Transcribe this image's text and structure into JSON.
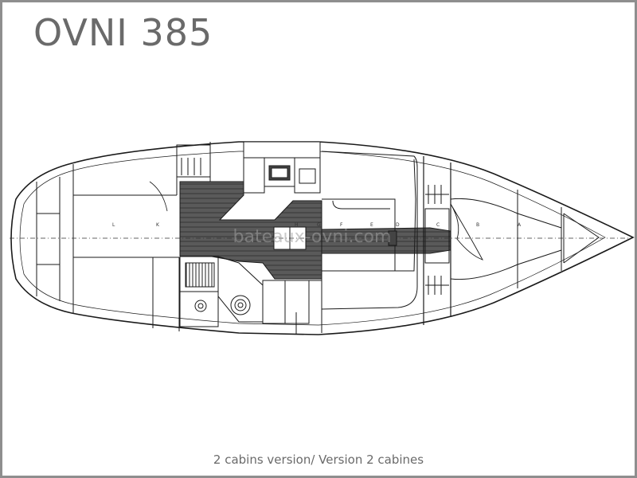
{
  "title": "OVNI 385",
  "caption": "2 cabins version/ Version 2 cabines",
  "watermark": "bateaux-ovni.com",
  "station_labels": [
    "L",
    "K",
    "H",
    "G",
    "F",
    "E",
    "D",
    "C",
    "B",
    "A"
  ],
  "colors": {
    "line": "#1a1a1a",
    "text": "#6a6a6a",
    "floor": "#5a5a5a",
    "border": "#8e8e8e"
  }
}
